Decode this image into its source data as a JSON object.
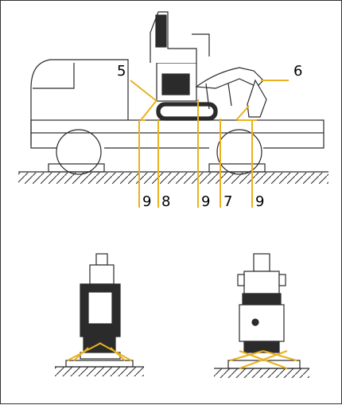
{
  "colors": {
    "accent": "#e8b21f",
    "line": "#2a2a2a",
    "fill_dark": "#2b2b2b"
  },
  "callouts": {
    "top_left": "5",
    "top_right": "6",
    "bottom": [
      "9",
      "8",
      "9",
      "7",
      "9"
    ]
  },
  "icons": [
    "truck-side-diagram",
    "excavator-front-view",
    "excavator-rear-view"
  ]
}
